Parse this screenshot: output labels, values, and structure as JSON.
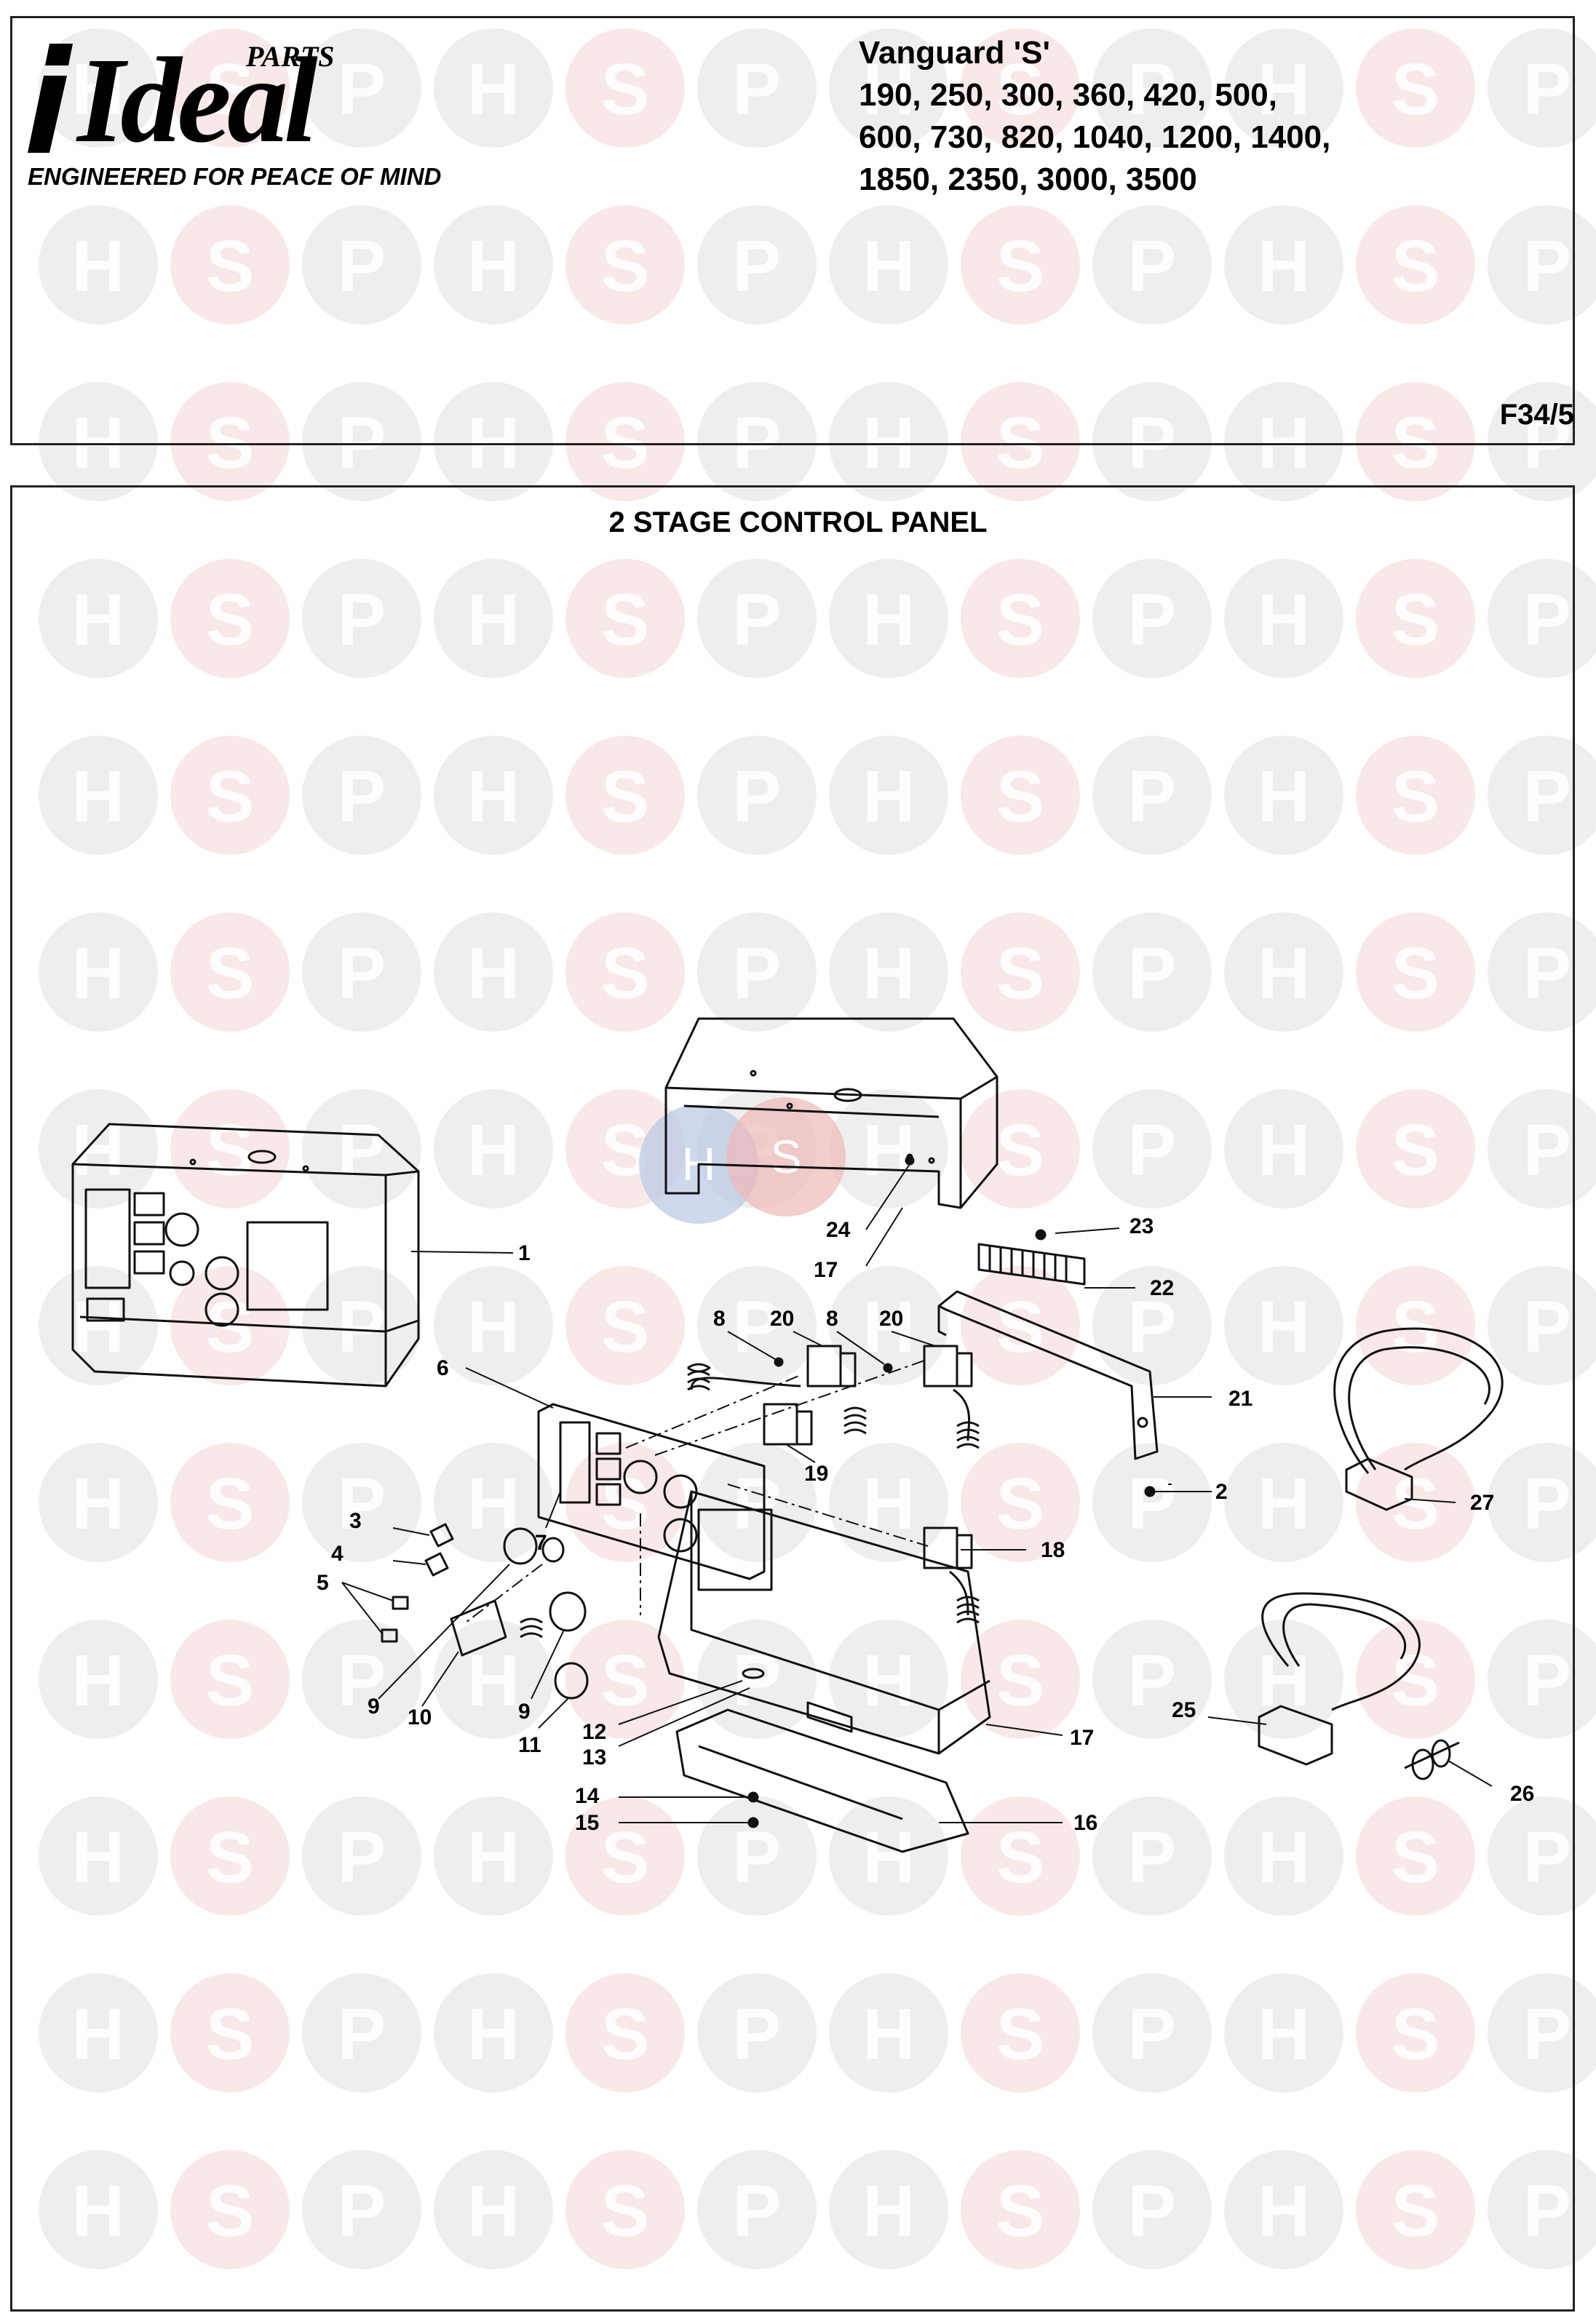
{
  "header": {
    "logo": {
      "word": "Ideal",
      "superscript": "PARTS"
    },
    "tagline": "ENGINEERED FOR PEACE OF MIND",
    "model_lines": [
      "Vanguard 'S'",
      "190, 250, 300, 360, 420, 500,",
      "600, 730, 820, 1040, 1200, 1400,",
      "1850, 2350, 3000, 3500"
    ],
    "figure_code": "F34/5"
  },
  "diagram": {
    "title": "2 STAGE CONTROL PANEL",
    "callouts": [
      "1",
      "2",
      "3",
      "4",
      "5",
      "6",
      "7",
      "8",
      "8",
      "9",
      "9",
      "10",
      "11",
      "12",
      "13",
      "14",
      "15",
      "16",
      "17",
      "17",
      "18",
      "19",
      "20",
      "20",
      "21",
      "22",
      "23",
      "24",
      "25",
      "26",
      "27"
    ]
  },
  "watermark": {
    "letters": [
      "H",
      "S",
      "P"
    ],
    "colors": {
      "h": "#d9d9d9",
      "s": "#f2cccc",
      "p": "#d9d9d9",
      "center_h": "#b8c8e6",
      "center_s": "#f0b8b8"
    }
  }
}
